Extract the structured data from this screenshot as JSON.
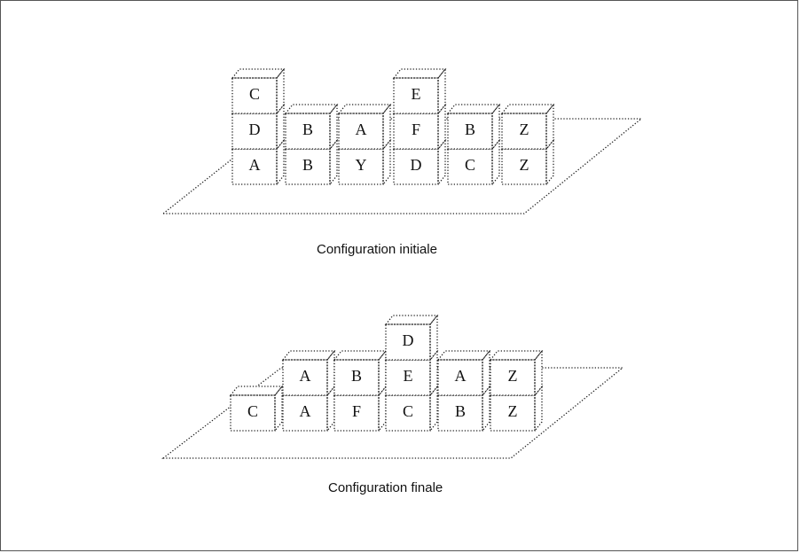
{
  "captions": {
    "initial": "Configuration initiale",
    "final": "Configuration finale"
  },
  "initial": {
    "columns": [
      [
        "A",
        "D",
        "C"
      ],
      [
        "B",
        "B"
      ],
      [
        "Y",
        "A"
      ],
      [
        "D",
        "F",
        "E"
      ],
      [
        "C",
        "B"
      ],
      [
        "Z",
        "Z"
      ]
    ]
  },
  "final": {
    "columns": [
      [
        "C"
      ],
      [
        "A",
        "A"
      ],
      [
        "F",
        "B"
      ],
      [
        "C",
        "E",
        "D"
      ],
      [
        "B",
        "A"
      ],
      [
        "Z",
        "Z"
      ]
    ]
  }
}
